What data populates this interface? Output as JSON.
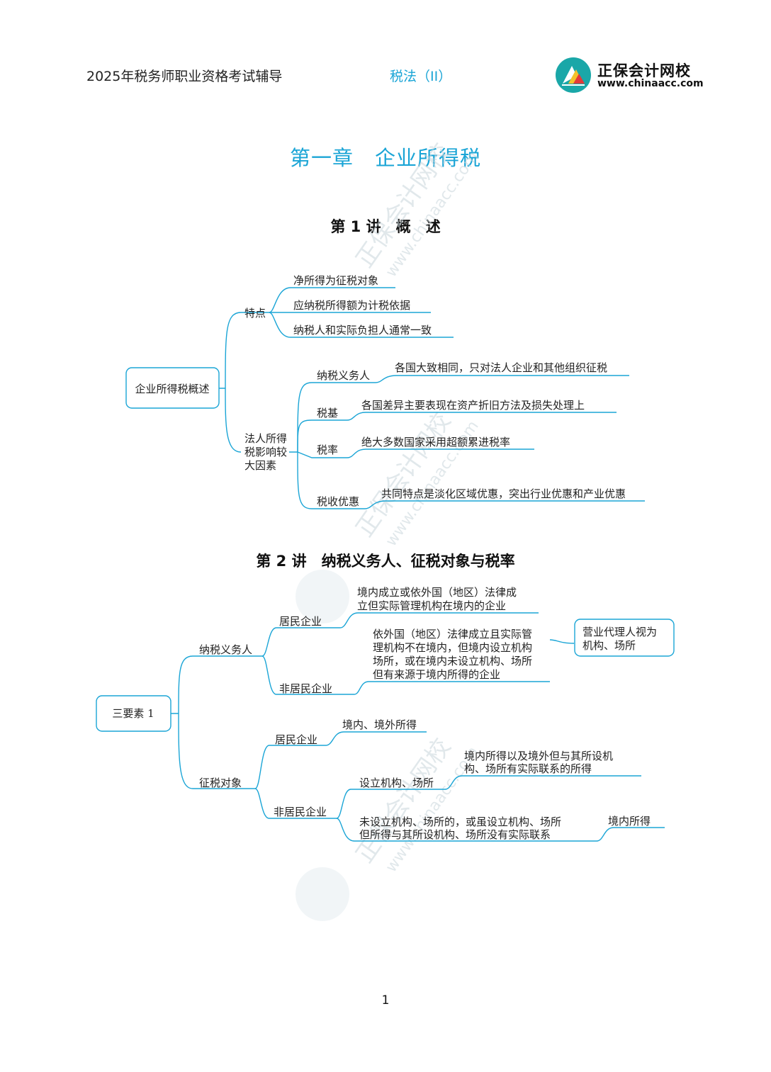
{
  "header": {
    "left_title": "2025年税务师职业资格考试辅导",
    "subject": "税法（II）",
    "brand_name": "正保会计网校",
    "brand_url": "www.chinaacc.com"
  },
  "chapter_title": "第一章　企业所得税",
  "lecture1": {
    "title": "第 1 讲　概　述",
    "root": "企业所得税概述",
    "branch_features": "特点",
    "features": [
      "净所得为征税对象",
      "应纳税所得额为计税依据",
      "纳税人和实际负担人通常一致"
    ],
    "branch_factors": [
      "法人所得",
      "税影响较",
      "大因素"
    ],
    "factors": [
      {
        "label": "纳税义务人",
        "detail": "各国大致相同，只对法人企业和其他组织征税"
      },
      {
        "label": "税基",
        "detail": "各国差异主要表现在资产折旧方法及损失处理上"
      },
      {
        "label": "税率",
        "detail": "绝大多数国家采用超额累进税率"
      },
      {
        "label": "税收优惠",
        "detail": "共同特点是淡化区域优惠，突出行业优惠和产业优惠"
      }
    ]
  },
  "lecture2": {
    "title": "第 2 讲　纳税义务人、征税对象与税率",
    "root": "三要素 1",
    "taxpayer": {
      "label": "纳税义务人",
      "resident": {
        "label": "居民企业",
        "lines": [
          "境内成立或依外国（地区）法律成",
          "立但实际管理机构在境内的企业"
        ]
      },
      "nonresident": {
        "label": "非居民企业",
        "lines": [
          "依外国（地区）法律成立且实际管",
          "理机构不在境内，但境内设立机构",
          "场所，或在境内未设立机构、场所",
          "但有来源于境内所得的企业"
        ],
        "note": [
          "营业代理人视为",
          "机构、场所"
        ]
      }
    },
    "object": {
      "label": "征税对象",
      "resident": {
        "label": "居民企业",
        "detail": "境内、境外所得"
      },
      "nonresident": {
        "label": "非居民企业",
        "established": {
          "label": "设立机构、场所",
          "lines": [
            "境内所得以及境外但与其所设机",
            "构、场所有实际联系的所得"
          ]
        },
        "not_established": {
          "lines": [
            "未设立机构、场所的，或虽设立机构、场所",
            "但所得与其所设机构、场所没有实际联系"
          ],
          "detail": "境内所得"
        }
      }
    }
  },
  "watermark": {
    "text": "正保会计网校",
    "url": "www.chinaacc.com"
  },
  "page_number": "1",
  "colors": {
    "accent": "#1ba5d6",
    "text": "#222222"
  }
}
